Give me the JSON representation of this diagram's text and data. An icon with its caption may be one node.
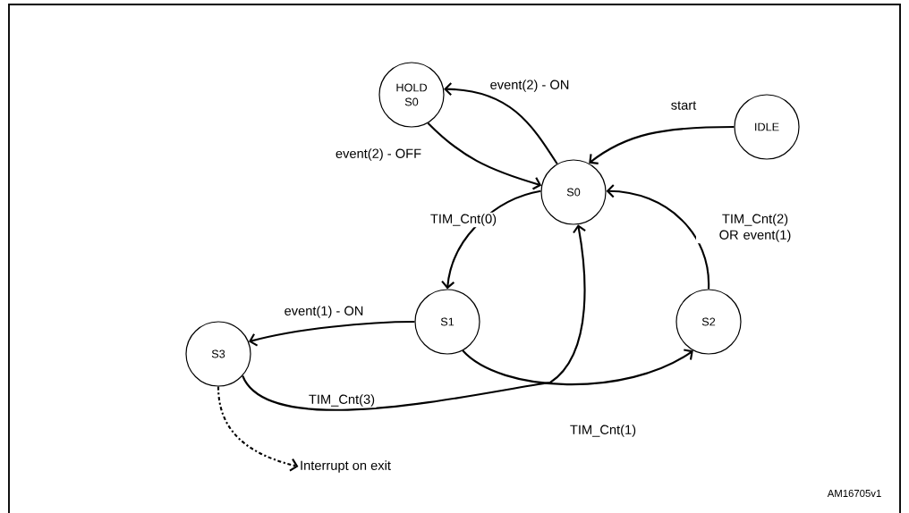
{
  "diagram": {
    "nodes": [
      {
        "text": [
          "HOLD S0"
        ]
      },
      {
        "text": [
          "IDLE"
        ]
      },
      {
        "text": [
          "S0"
        ]
      },
      {
        "text": [
          "S3"
        ]
      },
      {
        "text": [
          "S1"
        ]
      },
      {
        "text": [
          "S2"
        ]
      },
      {
        "text": [
          "Interrupt on exit"
        ]
      }
    ],
    "edges": [
      {
        "from": 2,
        "to": 0,
        "arrow": "to",
        "label": "event(2) - ON"
      },
      {
        "from": 0,
        "to": 2,
        "arrow": "to",
        "label": "event(2) - OFF"
      },
      {
        "from": 1,
        "to": 2,
        "arrow": "to",
        "label": "start"
      },
      {
        "from": 2,
        "to": 4,
        "arrow": "to",
        "label": "TIM_Cnt(0)"
      },
      {
        "from": 4,
        "to": 3,
        "arrow": "to",
        "label": "event(1) - ON"
      },
      {
        "from": 4,
        "to": 5,
        "arrow": "to",
        "label": "TIM_Cnt(1)"
      },
      {
        "from": 3,
        "to": 2,
        "arrow": "to",
        "label": "TIM_Cnt(3)"
      },
      {
        "from": 5,
        "to": 2,
        "arrow": "to",
        "label": "TIM_Cnt(2) OR event(1)"
      },
      {
        "from": 3,
        "to": 6,
        "arrow": "to",
        "style": "dashed"
      }
    ],
    "labels": [
      "AM16705v1"
    ]
  }
}
